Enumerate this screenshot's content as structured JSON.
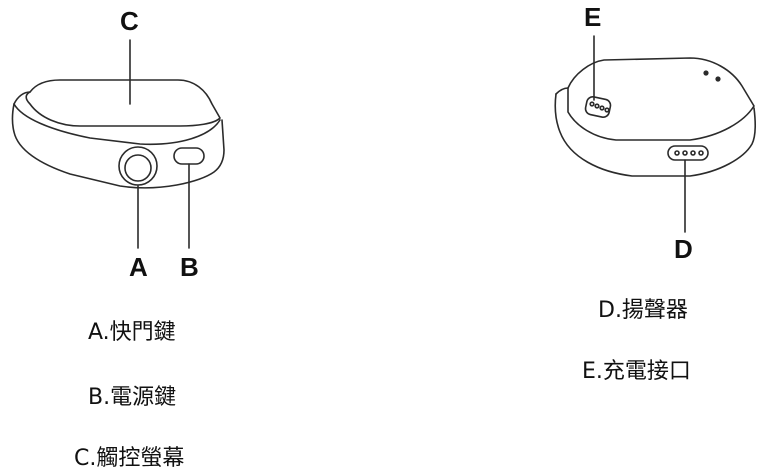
{
  "left_device": {
    "callouts": {
      "a": "A",
      "b": "B",
      "c": "C"
    },
    "captions": {
      "a": "A.快門鍵",
      "b": "B.電源鍵",
      "c": "C.觸控螢幕"
    }
  },
  "right_device": {
    "callouts": {
      "d": "D",
      "e": "E"
    },
    "captions": {
      "d": "D.揚聲器",
      "e": "E.充電接口"
    }
  },
  "colors": {
    "line": "#2b2b2b",
    "body": "#ffffff"
  }
}
